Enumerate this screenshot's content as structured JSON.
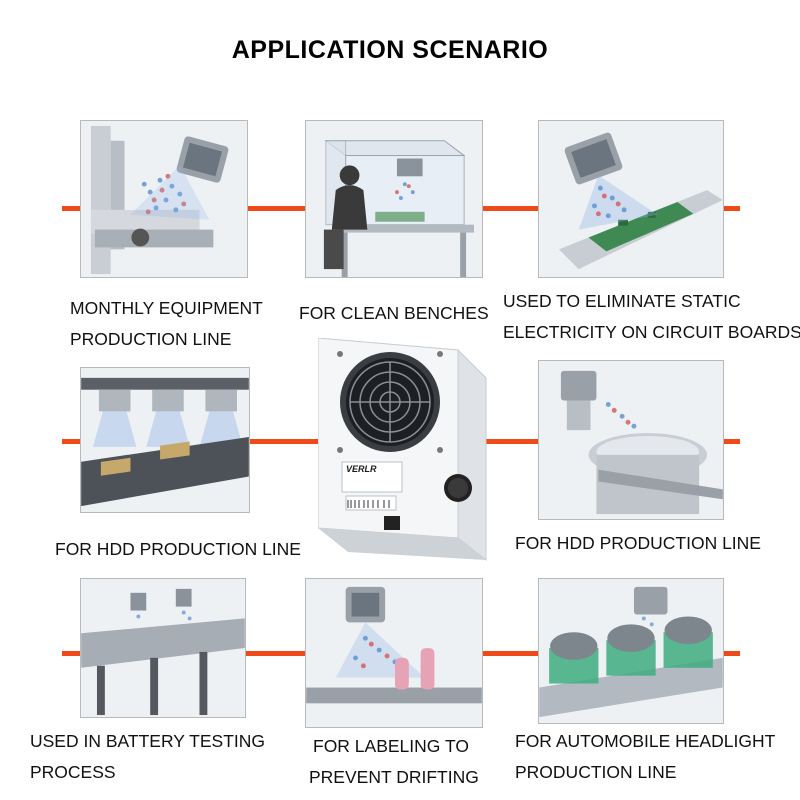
{
  "title": "APPLICATION SCENARIO",
  "accent_color": "#ef4a1a",
  "captions": {
    "c1": [
      "MONTHLY EQUIPMENT",
      "PRODUCTION LINE"
    ],
    "c2": [
      "FOR CLEAN BENCHES"
    ],
    "c3": [
      "USED TO ELIMINATE STATIC",
      "ELECTRICITY ON CIRCUIT BOARDS"
    ],
    "c4": [
      "FOR HDD PRODUCTION LINE"
    ],
    "c5": [
      "FOR HDD PRODUCTION LINE"
    ],
    "c6": [
      "USED IN BATTERY TESTING",
      "PROCESS"
    ],
    "c7": [
      "FOR LABELING TO",
      "PREVENT DRIFTING"
    ],
    "c8": [
      "FOR AUTOMOBILE HEADLIGHT",
      "PRODUCTION LINE"
    ]
  },
  "device": {
    "brand": "VERLR"
  }
}
